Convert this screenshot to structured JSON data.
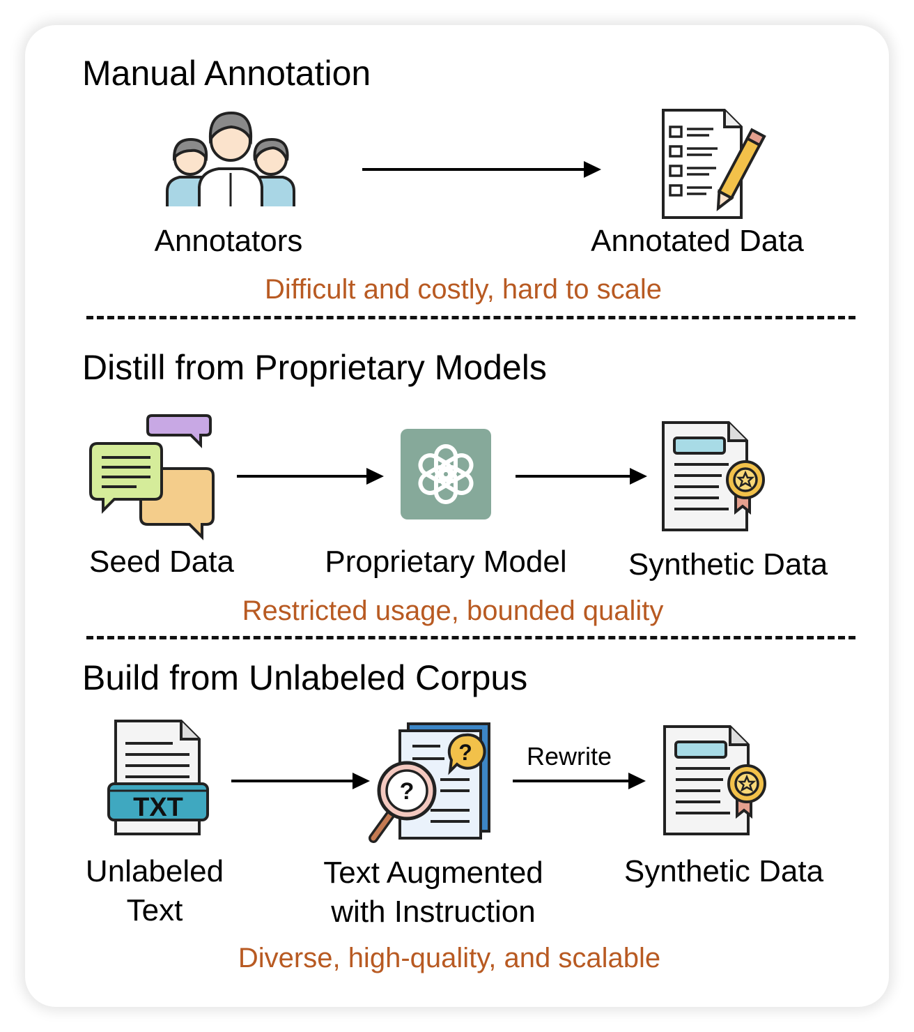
{
  "sections": [
    {
      "title": "Manual Annotation",
      "nodes": [
        {
          "label": "Annotators",
          "icon": "annotators-icon"
        },
        {
          "label": "Annotated Data",
          "icon": "annotated-document-icon"
        }
      ],
      "note": "Difficult and costly, hard to scale"
    },
    {
      "title": "Distill from Proprietary Models",
      "nodes": [
        {
          "label": "Seed Data",
          "icon": "chat-bubbles-icon"
        },
        {
          "label": "Proprietary Model",
          "icon": "openai-logo-icon"
        },
        {
          "label": "Synthetic Data",
          "icon": "certified-document-icon"
        }
      ],
      "note": "Restricted usage, bounded quality"
    },
    {
      "title": "Build from Unlabeled Corpus",
      "nodes": [
        {
          "label_line1": "Unlabeled",
          "label_line2": "Text",
          "icon": "txt-file-icon"
        },
        {
          "label_line1": "Text Augmented",
          "label_line2": "with Instruction",
          "icon": "magnifier-document-icon"
        },
        {
          "label": "Synthetic Data",
          "icon": "certified-document-icon"
        }
      ],
      "edge_label": "Rewrite",
      "note": "Diverse, high-quality, and scalable"
    }
  ],
  "colors": {
    "note": "#b85a22",
    "openai_bg": "#86a99a",
    "skin": "#fbe3cc",
    "hair": "#8a8a8a",
    "shirt": "#a9d6e5",
    "green_bubble": "#d5ec9a",
    "orange_bubble": "#f4cd8b",
    "purple_bubble": "#c8a8e4",
    "cyan": "#a8dbe6",
    "gold": "#f2c14a",
    "ribbon": "#e5a08e"
  }
}
